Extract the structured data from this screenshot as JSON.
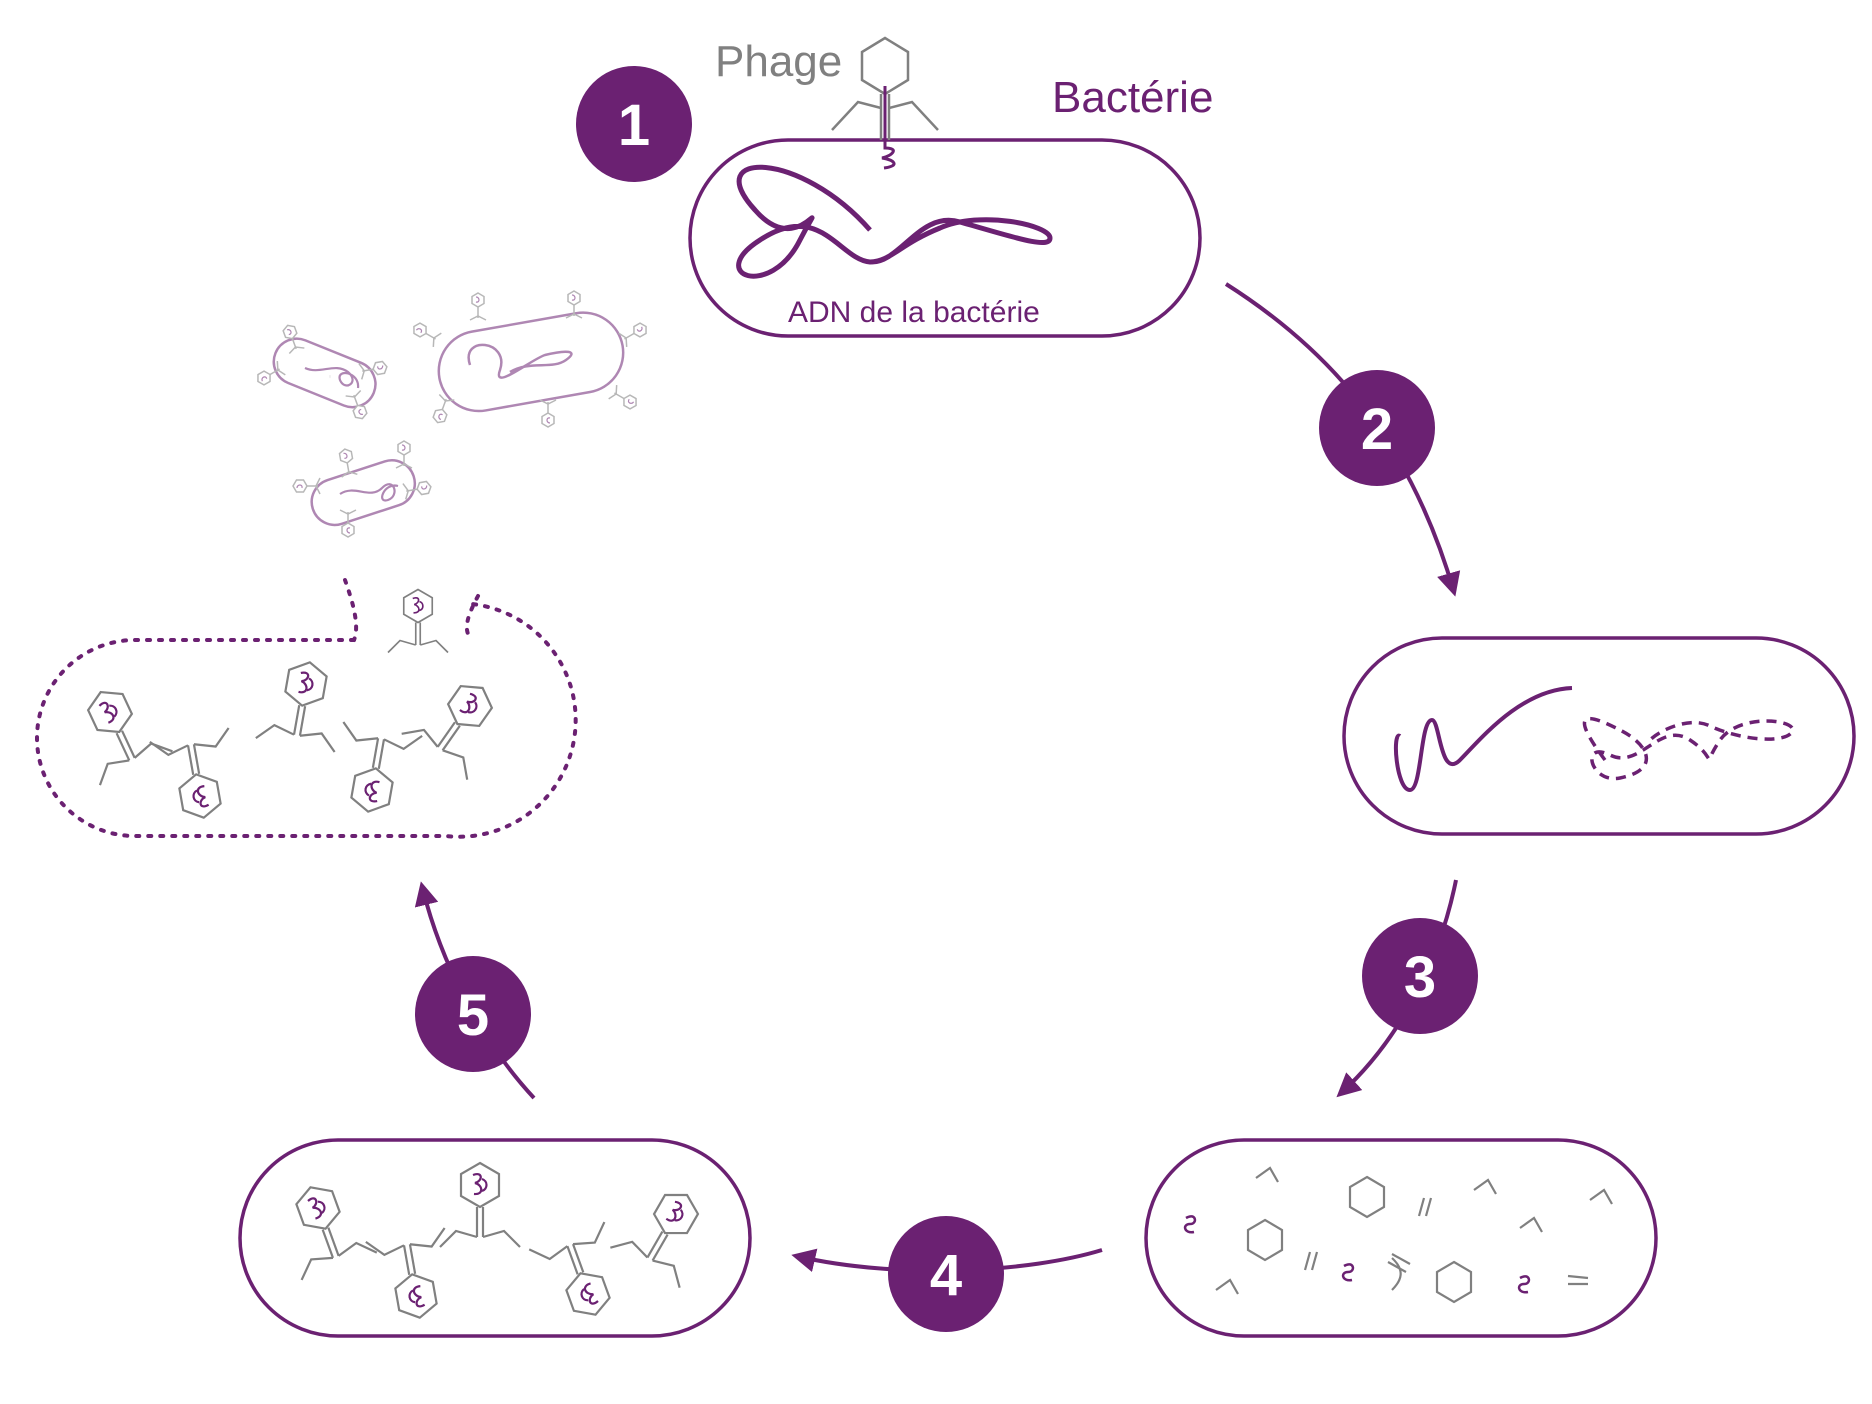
{
  "labels": {
    "phage": "Phage",
    "bacterium": "Bactérie",
    "bacterial_dna": "ADN de la bactérie"
  },
  "steps": [
    "1",
    "2",
    "3",
    "4",
    "5"
  ],
  "colors": {
    "purple": "#6b2172",
    "gray": "#808080",
    "light_purple": "#a77bab",
    "light_gray": "#b0b0b0"
  }
}
